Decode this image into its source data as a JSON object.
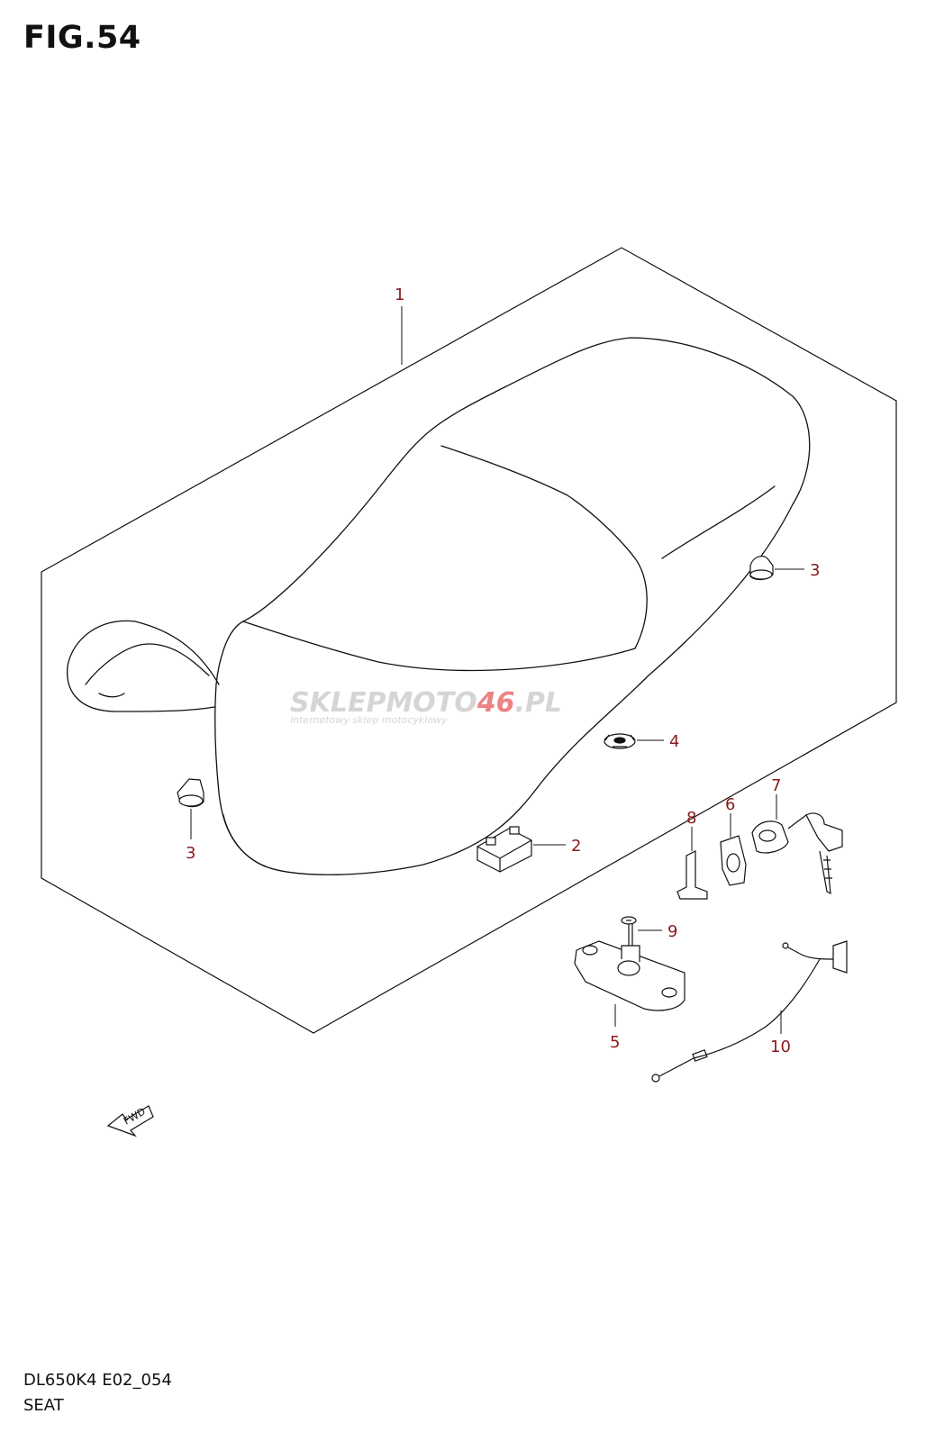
{
  "figure": {
    "title": "FIG.54"
  },
  "footer": {
    "code": "DL650K4 E02_054",
    "title": "SEAT"
  },
  "watermark": {
    "brand_gray": "SKLEPMOTO",
    "brand_red": "46",
    "brand_tld": ".PL",
    "tagline": "internetowy sklep motocyklowy"
  },
  "fwd_label": "FWD",
  "callouts": {
    "c1": "1",
    "c2": "2",
    "c3a": "3",
    "c3b": "3",
    "c4": "4",
    "c5": "5",
    "c6": "6",
    "c7": "7",
    "c8": "8",
    "c9": "9",
    "c10": "10"
  },
  "colors": {
    "callout": "#8b1a1a",
    "line": "#111111",
    "watermark_gray": "#c8c8c8",
    "watermark_red": "#e85a5a"
  }
}
